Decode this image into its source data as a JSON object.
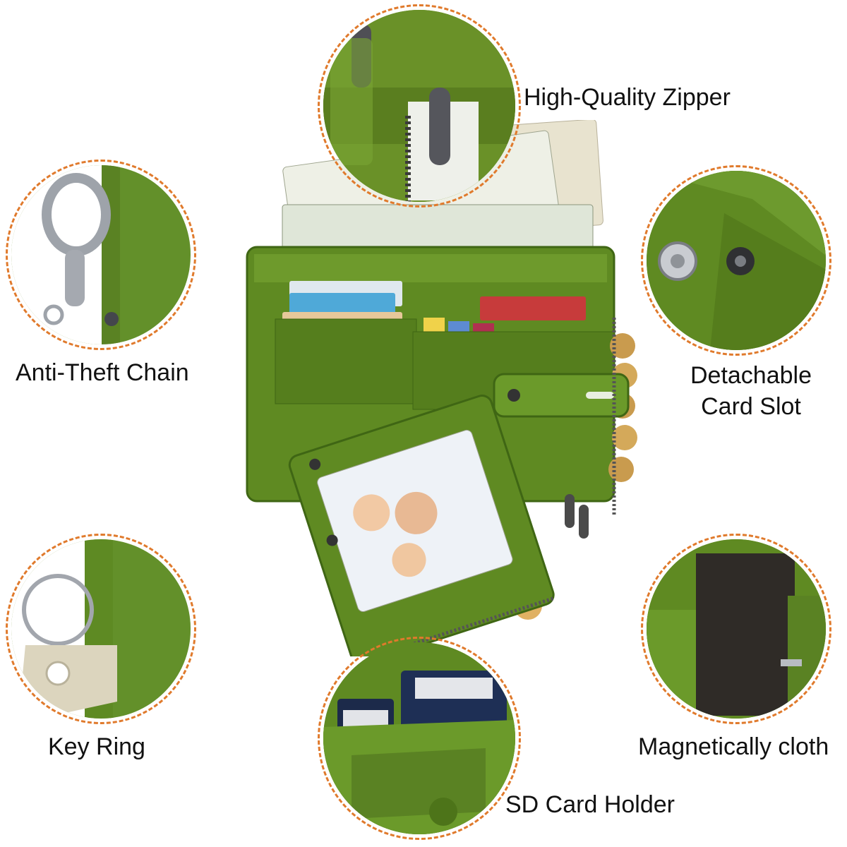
{
  "product": {
    "leather_color": "#5f8a22",
    "leather_dark": "#3f6614",
    "accent_ring_color": "#e07a2c"
  },
  "features": {
    "zipper": {
      "label": "High-Quality Zipper",
      "icon": "zipper-pull-icon"
    },
    "chain": {
      "label": "Anti-Theft Chain",
      "icon": "lobster-clasp-icon"
    },
    "card_slot": {
      "label_line1": "Detachable",
      "label_line2": "Card Slot",
      "icon": "snap-button-icon"
    },
    "key_ring": {
      "label": "Key Ring",
      "icon": "key-ring-icon"
    },
    "cloth": {
      "label": "Magnetically cloth",
      "icon": "lining-pocket-icon"
    },
    "sd_card": {
      "label": "SD Card Holder",
      "icon": "sd-card-icon"
    }
  }
}
